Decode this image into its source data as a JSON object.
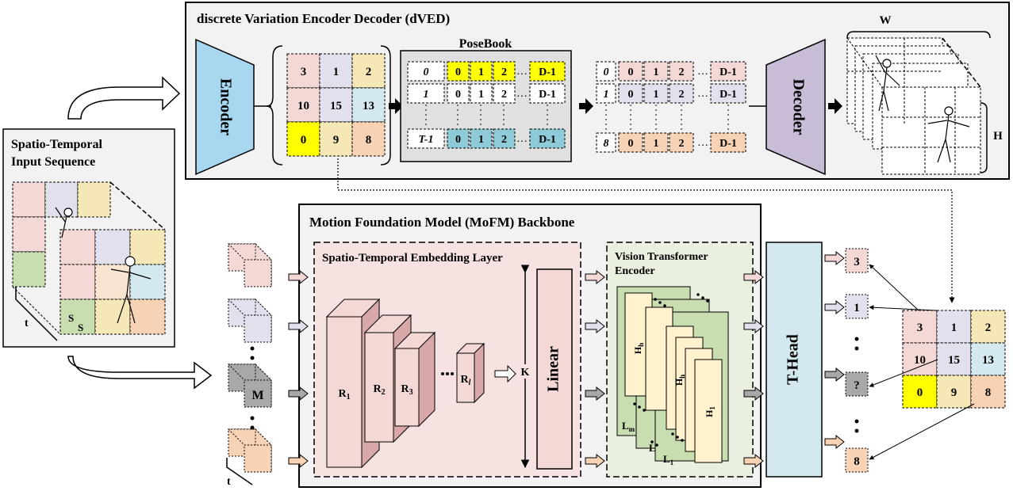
{
  "colors": {
    "pink": "#f4d8d6",
    "peach": "#f8d2b4",
    "lavender": "#e3e0ee",
    "yellow_soft": "#f6e8b6",
    "yellow": "#ffff00",
    "blue_light": "#d4e9ef",
    "teal": "#8ecad8",
    "encoder_blue": "#a8d8f0",
    "decoder_purple": "#c8bcd6",
    "green": "#c8ddb0",
    "cream": "#fff2cc",
    "panel_gray": "#e8e8e8",
    "salmon": "#e8a8a8"
  },
  "dved": {
    "title": "discrete Variation Encoder Decoder (dVED)",
    "encoder_label": "Encoder",
    "decoder_label": "Decoder",
    "index_grid": [
      "3",
      "1",
      "2",
      "10",
      "15",
      "13",
      "0",
      "9",
      "8"
    ],
    "posebook": {
      "title": "PoseBook",
      "rows": [
        {
          "label": "0",
          "cells": [
            "0",
            "1",
            "2"
          ],
          "last": "D-1"
        },
        {
          "label": "1",
          "cells": [
            "0",
            "1",
            "2"
          ],
          "last": "D-1"
        },
        {
          "label": "T-1",
          "cells": [
            "0",
            "1",
            "2"
          ],
          "last": "D-1"
        }
      ]
    },
    "selected_rows": [
      {
        "label": "0",
        "cells": [
          "0",
          "1",
          "2"
        ],
        "last": "D-1"
      },
      {
        "label": "1",
        "cells": [
          "0",
          "1",
          "2"
        ],
        "last": "D-1"
      },
      {
        "label": "8",
        "cells": [
          "0",
          "1",
          "2"
        ],
        "last": "D-1"
      }
    ],
    "output_w": "W",
    "output_h": "H"
  },
  "input": {
    "title_line1": "Spatio-Temporal",
    "title_line2": "Input Sequence",
    "t_label": "t",
    "s_label": "S"
  },
  "tokens": {
    "m_label": "M",
    "t_label": "t"
  },
  "mofm": {
    "title": "Motion Foundation Model (MoFM) Backbone",
    "embedding_title": "Spatio-Temporal Embedding Layer",
    "blocks": [
      "R",
      "R",
      "R"
    ],
    "block_subs": [
      "1",
      "2",
      "3"
    ],
    "block_last": "R",
    "block_last_sub": "l",
    "k_label": "K",
    "linear_label": "Linear",
    "vit_title_line1": "Vision Transformer",
    "vit_title_line2": "Encoder",
    "layer_labels": {
      "lm": "L",
      "lm_sub": "m",
      "l": "L",
      "l1": "L",
      "l1_sub": "1"
    },
    "head_labels": {
      "hh": "H",
      "hh_sub": "h",
      "h1": "H",
      "h1_sub": "1"
    },
    "thead_label": "T-Head"
  },
  "output_tokens": [
    "3",
    "1",
    "?",
    "8"
  ],
  "target_grid": [
    "3",
    "1",
    "2",
    "10",
    "15",
    "13",
    "0",
    "9",
    "8"
  ]
}
